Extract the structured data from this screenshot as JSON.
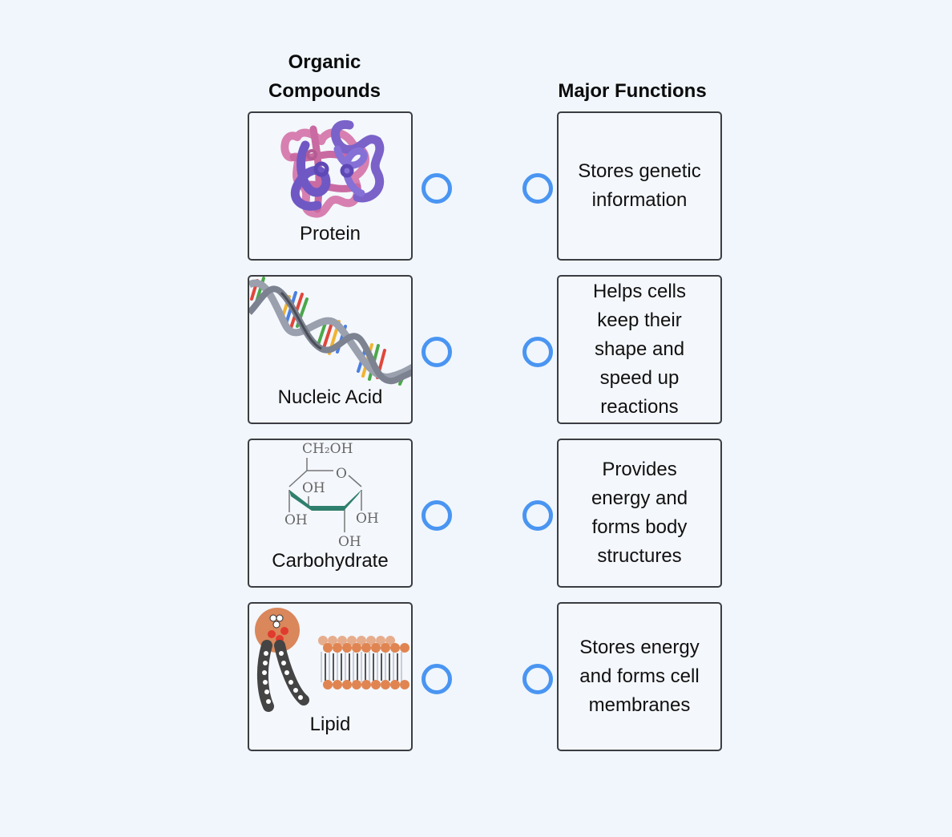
{
  "headings": {
    "left": "Organic\nCompounds",
    "right": "Major Functions"
  },
  "compounds": [
    {
      "label": "Protein",
      "icon": "protein-structure-icon"
    },
    {
      "label": "Nucleic Acid",
      "icon": "dna-helix-icon"
    },
    {
      "label": "Carbohydrate",
      "icon": "glucose-ring-icon"
    },
    {
      "label": "Lipid",
      "icon": "phospholipid-bilayer-icon"
    }
  ],
  "functions": [
    {
      "text": "Stores genetic information"
    },
    {
      "text": "Helps cells keep their shape and speed up reactions"
    },
    {
      "text": "Provides energy and forms body structures"
    },
    {
      "text": "Stores energy and forms cell membranes"
    }
  ],
  "glucose_labels": {
    "ch2oh": "CH₂OH",
    "o": "O",
    "oh": "OH"
  },
  "colors": {
    "background": "#f0f6fc",
    "card_border": "#3a3d42",
    "connector_dot": "#4a95f2"
  }
}
